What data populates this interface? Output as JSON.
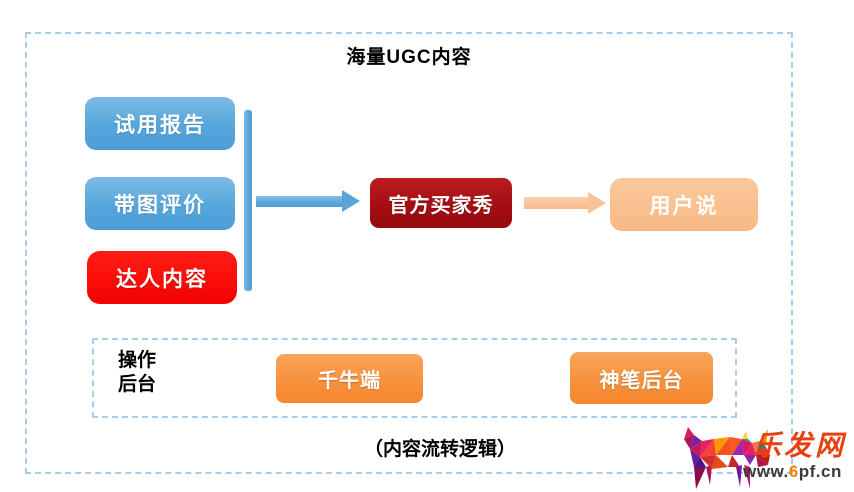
{
  "slide": {
    "title": "海量UGC内容",
    "caption": "（内容流转逻辑）"
  },
  "flow": {
    "sources": [
      {
        "label": "试用报告"
      },
      {
        "label": "带图评价"
      },
      {
        "label": "达人内容"
      }
    ],
    "hub": {
      "label": "官方买家秀"
    },
    "output": {
      "label": "用户说"
    }
  },
  "backend": {
    "label_line1": "操作",
    "label_line2": "后台",
    "tools": [
      {
        "label": "千牛端"
      },
      {
        "label": "神笔后台"
      }
    ]
  },
  "watermark": {
    "site_name": "乐发网",
    "url_prefix": "www.",
    "url_digit": "6",
    "url_suffix": "pf.cn"
  },
  "colors": {
    "dashed_border": "#A9CCE9",
    "source_blue": "#55A6DC",
    "source_red": "#FB0D0A",
    "hub_dark_red": "#A40E13",
    "output_peach": "#F9C08F",
    "tool_orange": "#F7913C",
    "arrow_blue": "#5BA4DA",
    "arrow_peach": "#F9C296",
    "title_text": "#000000",
    "logo_red": "#E8400F",
    "url_dark": "#3B3B3B",
    "url_digit_orange": "#F08300"
  }
}
